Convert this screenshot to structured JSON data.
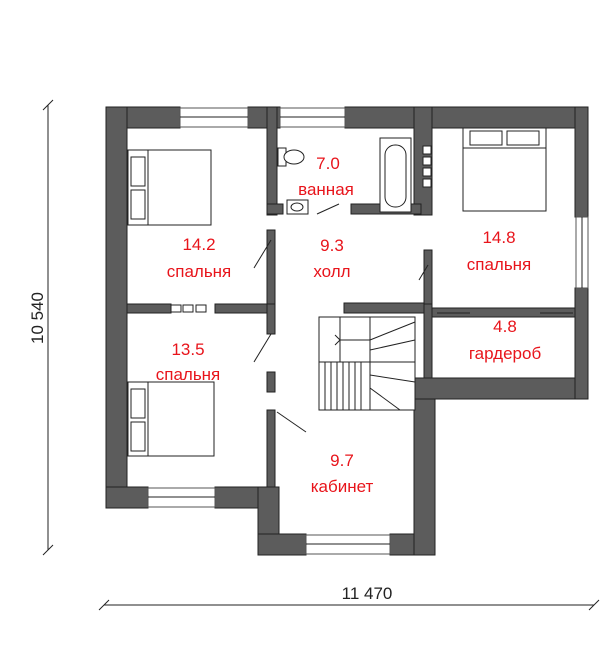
{
  "dimensions": {
    "width_label": "11 470",
    "height_label": "10 540"
  },
  "rooms": [
    {
      "id": "bathroom",
      "area": "7.0",
      "name": "ванная"
    },
    {
      "id": "hall",
      "area": "9.3",
      "name": "холл"
    },
    {
      "id": "bedroom-nw",
      "area": "14.2",
      "name": "спальня"
    },
    {
      "id": "bedroom-ne",
      "area": "14.8",
      "name": "спальня"
    },
    {
      "id": "wardrobe",
      "area": "4.8",
      "name": "гардероб"
    },
    {
      "id": "bedroom-sw",
      "area": "13.5",
      "name": "спальня"
    },
    {
      "id": "office",
      "area": "9.7",
      "name": "кабинет"
    }
  ],
  "colors": {
    "wall": "#5c5c5c",
    "label": "#e8141b"
  }
}
